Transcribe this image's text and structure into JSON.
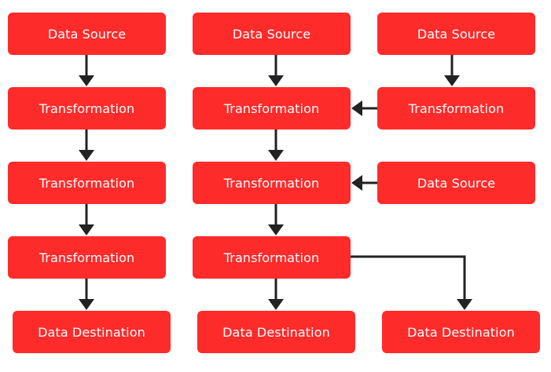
{
  "colors": {
    "node_fill": "#fe2b2b",
    "node_text": "#ffffff",
    "arrow": "#222222"
  },
  "nodes": {
    "c1_source": "Data Source",
    "c1_t1": "Transformation",
    "c1_t2": "Transformation",
    "c1_t3": "Transformation",
    "c1_dest": "Data Destination",
    "c2_source": "Data Source",
    "c2_t1": "Transformation",
    "c2_t2": "Transformation",
    "c2_t3": "Transformation",
    "c2_dest": "Data Destination",
    "c3_source": "Data Source",
    "c3_t1": "Transformation",
    "c3_source2": "Data Source",
    "c3_dest": "Data Destination"
  },
  "edges": [
    [
      "c1_source",
      "c1_t1"
    ],
    [
      "c1_t1",
      "c1_t2"
    ],
    [
      "c1_t2",
      "c1_t3"
    ],
    [
      "c1_t3",
      "c1_dest"
    ],
    [
      "c2_source",
      "c2_t1"
    ],
    [
      "c2_t1",
      "c2_t2"
    ],
    [
      "c2_t2",
      "c2_t3"
    ],
    [
      "c2_t3",
      "c2_dest"
    ],
    [
      "c3_source",
      "c3_t1"
    ],
    [
      "c3_t1",
      "c2_t1"
    ],
    [
      "c3_source2",
      "c2_t2"
    ],
    [
      "c2_t3",
      "c3_dest"
    ]
  ]
}
